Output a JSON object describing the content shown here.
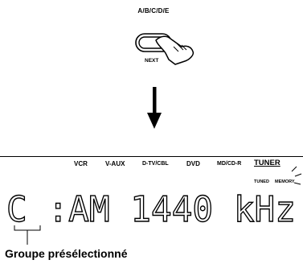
{
  "top_label": "A/B/C/D/E",
  "next_button_label": "NEXT",
  "input_labels": [
    "VCR",
    "V-AUX",
    "D-TV/CBL",
    "DVD",
    "MD/CD-R"
  ],
  "tuner_label": "TUNER",
  "indicators": {
    "tuned": "TUNED",
    "memory": "MEMORY"
  },
  "display_text": "C :AM 1440 kHz",
  "caption": "Groupe présélectionné"
}
